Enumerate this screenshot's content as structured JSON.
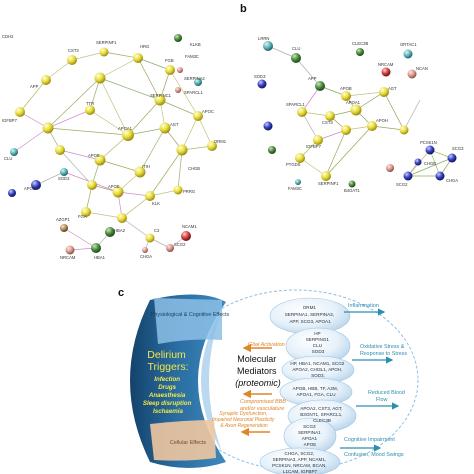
{
  "panels": {
    "b_letter": "b",
    "c_letter": "c"
  },
  "network_a": {
    "labels": [
      "SERPINF1",
      "HRG",
      "KLKB",
      "CST3",
      "FGB",
      "SERPINC1",
      "TTR",
      "FAM3C",
      "SERPINA2",
      "SPARCL1",
      "APOC",
      "ORM1",
      "APOA1",
      "AGT",
      "CHGB",
      "APOB",
      "PRRG",
      "ITIH",
      "APOE",
      "KLK",
      "C3",
      "AZGP1",
      "NCAM1",
      "HBA1",
      "HBA2",
      "SCG2",
      "CHGA",
      "NRCAM",
      "CDH2",
      "IGFBP7",
      "CLU",
      "APOD",
      "SOD3",
      "FGA",
      "APP"
    ]
  },
  "network_b": {
    "labels": [
      "LRRN",
      "CLU",
      "CLEC3B",
      "ORTAC1",
      "APP",
      "NRCAM",
      "NCAN",
      "SOD3",
      "APOB",
      "AGT",
      "SPARCL1",
      "APOA1",
      "APOH",
      "CST3",
      "IGFBP7",
      "PCSK1N",
      "SCG3",
      "CHGA",
      "CHGB",
      "SCG2",
      "SERPINF1",
      "B4GAT1",
      "FAM3C",
      "PTGDS"
    ]
  },
  "diagram_c": {
    "physiological_effects": "Physiological & Cognitive Effects",
    "cellular_effects": "Cellular Effects",
    "delirium_title": [
      "Delirium",
      "Triggers:"
    ],
    "triggers": [
      "Infection",
      "Drugs",
      "Anaesthesia",
      "Sleep disruption",
      "Ischaemia"
    ],
    "center": [
      "Molecular",
      "Mediators",
      "(proteomic)"
    ],
    "mechanisms": {
      "glial": "Glial Activation",
      "bbb": [
        "Compromised BBB",
        "and/or vasculature"
      ],
      "synaptic": [
        "Synaptic Dysfunction,",
        "Impaired Neuronal Plasticity",
        "& Axon Regeneration"
      ]
    },
    "protein_groups": [
      [
        "ORM1",
        "SERPINA1, SERPINA3,",
        "APP, SCG3, APOA1"
      ],
      [
        "HP",
        "SERPING1",
        "CLU",
        "SOD3"
      ],
      [
        "HP, HBA1, NCAM1, SCG2",
        "APOA2, CHI3L1, APOH,",
        "SOD3,"
      ],
      [
        "APOB, HBB, TF, A2M,",
        "APOA1, FGA, CLU"
      ],
      [
        "APOA2, CST3, AGT,",
        "B3GNT1, SPARCL1,",
        "CLEC3B"
      ],
      [
        "SCG3",
        "SERPINA1",
        "APOA1",
        "APOE"
      ],
      [
        "CHGA, SCG2,",
        "SERPINA3, APP, NCAM1,",
        "PCSK1N, NRCAM, BCAN,",
        "L1CAM, IGFBP7"
      ]
    ],
    "outcomes": {
      "inflammation": "Inflammation",
      "oxidative": [
        "Oxidative Stress &",
        "Response to Stress"
      ],
      "blood_flow": [
        "Reduced Blood",
        "Flow"
      ],
      "cognitive": [
        "Cognitive Impairment",
        "Confusion, Mood Swings"
      ]
    }
  },
  "colors": {
    "yellow_node": "#e8dc3a",
    "dark_blue": "#1f5f93",
    "light_blue": "#8cc0e6",
    "orange": "#e0862a",
    "teal": "#2b8fb0"
  }
}
